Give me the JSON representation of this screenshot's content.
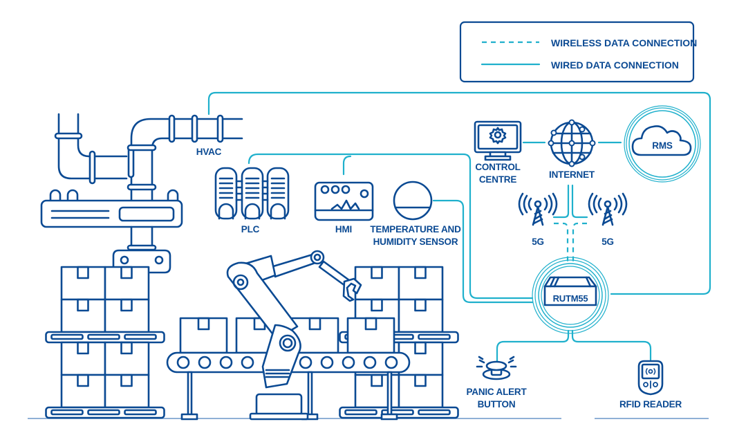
{
  "title": "Industrial network connectivity diagram",
  "colors": {
    "primary": "#0b4a93",
    "connection": "#1fb0cc",
    "floor": "#8fb0d6",
    "background": "#ffffff"
  },
  "legend": {
    "items": [
      {
        "label": "WIRELESS DATA CONNECTION",
        "style": "dashed"
      },
      {
        "label": "WIRED DATA CONNECTION",
        "style": "solid"
      }
    ]
  },
  "nodes": {
    "hvac": {
      "label": "HVAC",
      "icon": "pipes-icon"
    },
    "plc": {
      "label": "PLC",
      "icon": "server-rack-icon"
    },
    "hmi": {
      "label": "HMI",
      "icon": "hmi-panel-icon"
    },
    "sensor": {
      "line1": "TEMPERATURE AND",
      "line2": "HUMIDITY SENSOR",
      "icon": "gauge-icon"
    },
    "control_centre": {
      "line1": "CONTROL",
      "line2": "CENTRE",
      "icon": "monitor-gear-icon"
    },
    "internet": {
      "label": "INTERNET",
      "icon": "globe-icon"
    },
    "rms": {
      "label": "RMS",
      "icon": "cloud-icon"
    },
    "tower_left": {
      "label": "5G",
      "icon": "cell-tower-icon"
    },
    "tower_right": {
      "label": "5G",
      "icon": "cell-tower-icon"
    },
    "router": {
      "label": "RUTM55",
      "icon": "router-icon"
    },
    "panic": {
      "line1": "PANIC ALERT",
      "line2": "BUTTON",
      "icon": "alarm-button-icon"
    },
    "rfid": {
      "label": "RFID READER",
      "icon": "rfid-reader-icon"
    }
  },
  "connections": [
    {
      "from": "HVAC",
      "to": "RUTM55",
      "type": "wired"
    },
    {
      "from": "PLC",
      "to": "RUTM55",
      "type": "wired"
    },
    {
      "from": "HMI",
      "to": "RUTM55",
      "type": "wired"
    },
    {
      "from": "TEMPERATURE AND HUMIDITY SENSOR",
      "to": "RUTM55",
      "type": "wired"
    },
    {
      "from": "CONTROL CENTRE",
      "to": "INTERNET",
      "type": "wired"
    },
    {
      "from": "INTERNET",
      "to": "RMS",
      "type": "wired"
    },
    {
      "from": "INTERNET",
      "to": "5G",
      "type": "wired"
    },
    {
      "from": "5G",
      "to": "RUTM55",
      "type": "wireless"
    },
    {
      "from": "RUTM55",
      "to": "PANIC ALERT BUTTON",
      "type": "wired"
    },
    {
      "from": "RUTM55",
      "to": "RFID READER",
      "type": "wired"
    }
  ]
}
